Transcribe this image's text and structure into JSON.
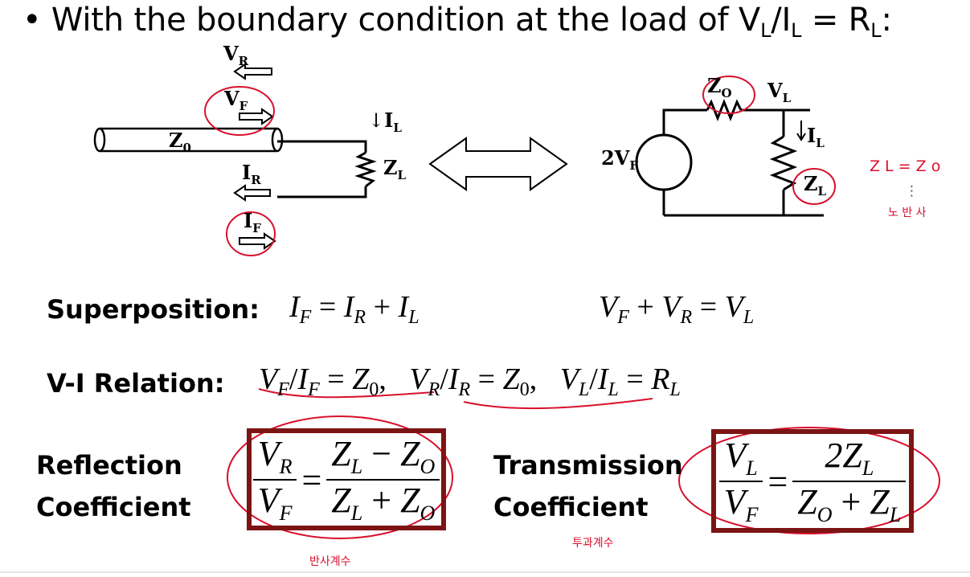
{
  "heading": {
    "bullet": "•",
    "text_main": "With the boundary condition at the load of V",
    "sub_L1": "L",
    "slash": "/I",
    "sub_L2": "L",
    "eq": " = R",
    "sub_L3": "L",
    "colon": ":"
  },
  "left_diagram": {
    "vr_main": "V",
    "vr_sub": "R",
    "vf_main": "V",
    "vf_sub": "F",
    "z0_main": "Z",
    "z0_sub": "0",
    "ir_main": "I",
    "ir_sub": "R",
    "if_main": "I",
    "if_sub": "F",
    "il_arrow": "↓",
    "il_main": "I",
    "il_sub": "L",
    "zl_main": "Z",
    "zl_sub": "L"
  },
  "right_diagram": {
    "zo_main": "Z",
    "zo_sub": "O",
    "vl_main": "V",
    "vl_sub": "L",
    "src_main": "2V",
    "src_sub": "F",
    "il_main": "I",
    "il_sub": "L",
    "zl_main": "Z",
    "zl_sub": "L"
  },
  "notes": {
    "zl_eq_z0": "Z L = Z o",
    "dots": "⋮",
    "no_reflection": "노 반 사",
    "reflection_kr": "반사계수",
    "transmission_kr": "투과계수"
  },
  "superposition": {
    "label": "Superposition:",
    "eq1": {
      "a": "I",
      "a_sub": "F",
      "op": " = ",
      "b": "I",
      "b_sub": "R",
      "op2": " + ",
      "c": "I",
      "c_sub": "L"
    },
    "eq2": {
      "a": "V",
      "a_sub": "F",
      "op": " + ",
      "b": "V",
      "b_sub": "R",
      "op2": " = ",
      "c": "V",
      "c_sub": "L"
    }
  },
  "vi_relation": {
    "label": "V-I Relation:",
    "t1": {
      "a": "V",
      "a_sub": "F",
      "s": "/",
      "b": "I",
      "b_sub": "F",
      "eq": " = ",
      "c": "Z",
      "c_sub": "0",
      "end": ","
    },
    "t2": {
      "a": "V",
      "a_sub": "R",
      "s": "/",
      "b": "I",
      "b_sub": "R",
      "eq": " = ",
      "c": "Z",
      "c_sub": "0",
      "end": ","
    },
    "t3": {
      "a": "V",
      "a_sub": "L",
      "s": "/",
      "b": "I",
      "b_sub": "L",
      "eq": " = ",
      "c": "R",
      "c_sub": "L"
    }
  },
  "reflection": {
    "label_line1": "Reflection",
    "label_line2": "Coefficient",
    "lhs_num": "V",
    "lhs_num_sub": "R",
    "lhs_den": "V",
    "lhs_den_sub": "F",
    "eq": "=",
    "rhs_num_a": "Z",
    "rhs_num_a_sub": "L",
    "rhs_num_op": " − ",
    "rhs_num_b": "Z",
    "rhs_num_b_sub": "O",
    "rhs_den_a": "Z",
    "rhs_den_a_sub": "L",
    "rhs_den_op": " + ",
    "rhs_den_b": "Z",
    "rhs_den_b_sub": "O"
  },
  "transmission": {
    "label_line1": "Transmission",
    "label_line2": "Coefficient",
    "lhs_num": "V",
    "lhs_num_sub": "L",
    "lhs_den": "V",
    "lhs_den_sub": "F",
    "eq": "=",
    "rhs_num": "2Z",
    "rhs_num_sub": "L",
    "rhs_den_a": "Z",
    "rhs_den_a_sub": "O",
    "rhs_den_op": " + ",
    "rhs_den_b": "Z",
    "rhs_den_b_sub": "L"
  },
  "colors": {
    "annotation": "#d8102c",
    "box": "#7d1414"
  }
}
